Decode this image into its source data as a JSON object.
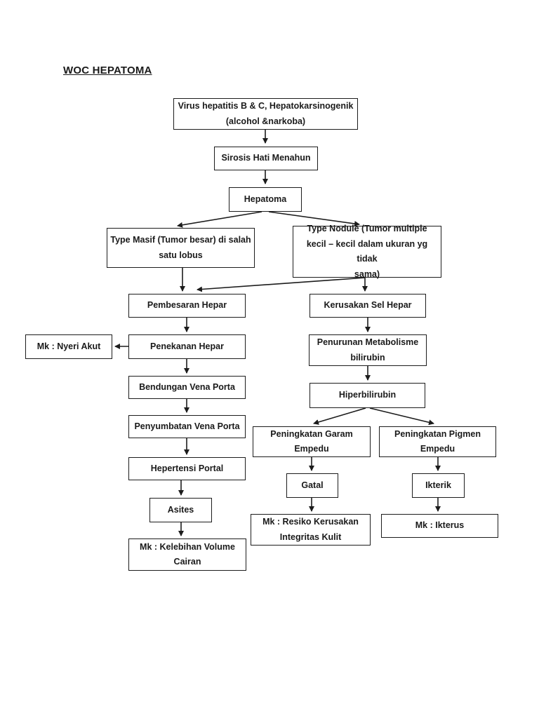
{
  "page": {
    "title": "WOC HEPATOMA"
  },
  "colors": {
    "ink": "#1c1c1c",
    "background": "#ffffff"
  },
  "diagram": {
    "nodes": {
      "virus": {
        "label": "Virus hepatitis B & C, Hepatokarsinogenik\n(alcohol &narkoba)"
      },
      "sirosis": {
        "label": "Sirosis Hati Menahun"
      },
      "hepatoma": {
        "label": "Hepatoma"
      },
      "type_masif": {
        "label": "Type Masif (Tumor besar) di salah\nsatu lobus"
      },
      "type_nodule": {
        "label": "Type Nodule (Tumor multiple\nkecil – kecil dalam ukuran yg tidak\nsama)"
      },
      "pembesaran": {
        "label": "Pembesaran Hepar"
      },
      "kerusakan": {
        "label": "Kerusakan Sel Hepar"
      },
      "nyeri": {
        "label": "Mk : Nyeri Akut"
      },
      "penekanan": {
        "label": "Penekanan Hepar"
      },
      "penurunan": {
        "label": "Penurunan Metabolisme\nbilirubin"
      },
      "bendungan": {
        "label": "Bendungan Vena Porta"
      },
      "hiper": {
        "label": "Hiperbilirubin"
      },
      "penyumbatan": {
        "label": "Penyumbatan Vena Porta"
      },
      "garam": {
        "label": "Peningkatan Garam\nEmpedu"
      },
      "pigmen": {
        "label": "Peningkatan Pigmen\nEmpedu"
      },
      "hepertensi": {
        "label": "Hepertensi Portal"
      },
      "asites": {
        "label": "Asites"
      },
      "gatal": {
        "label": "Gatal"
      },
      "ikterik": {
        "label": "Ikterik"
      },
      "kelebihan": {
        "label": "Mk : Kelebihan Volume\nCairan"
      },
      "resiko": {
        "label": "Mk : Resiko Kerusakan\nIntegritas Kulit"
      },
      "ikterus": {
        "label": "Mk : Ikterus"
      }
    },
    "edges": [
      {
        "from": "virus",
        "to": "sirosis"
      },
      {
        "from": "sirosis",
        "to": "hepatoma"
      },
      {
        "from": "hepatoma",
        "to": "type_masif"
      },
      {
        "from": "hepatoma",
        "to": "type_nodule"
      },
      {
        "from": "type_masif",
        "to": "pembesaran"
      },
      {
        "from": "type_nodule",
        "to": "pembesaran"
      },
      {
        "from": "type_nodule",
        "to": "kerusakan"
      },
      {
        "from": "pembesaran",
        "to": "penekanan"
      },
      {
        "from": "penekanan",
        "to": "nyeri"
      },
      {
        "from": "penekanan",
        "to": "bendungan"
      },
      {
        "from": "bendungan",
        "to": "penyumbatan"
      },
      {
        "from": "penyumbatan",
        "to": "hepertensi"
      },
      {
        "from": "hepertensi",
        "to": "asites"
      },
      {
        "from": "asites",
        "to": "kelebihan"
      },
      {
        "from": "kerusakan",
        "to": "penurunan"
      },
      {
        "from": "penurunan",
        "to": "hiper"
      },
      {
        "from": "hiper",
        "to": "garam"
      },
      {
        "from": "hiper",
        "to": "pigmen"
      },
      {
        "from": "garam",
        "to": "gatal"
      },
      {
        "from": "gatal",
        "to": "resiko"
      },
      {
        "from": "pigmen",
        "to": "ikterik"
      },
      {
        "from": "ikterik",
        "to": "ikterus"
      }
    ]
  }
}
